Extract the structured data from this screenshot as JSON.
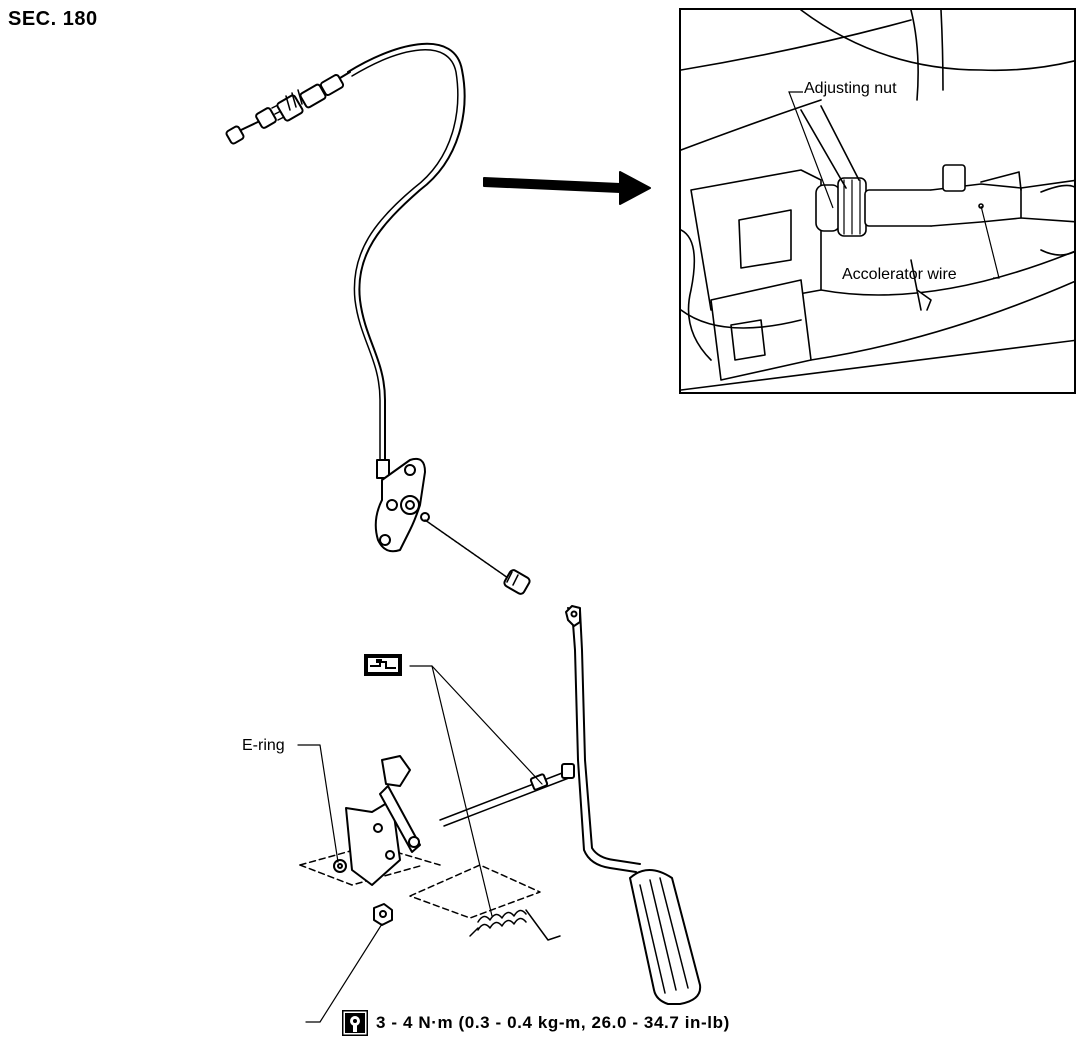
{
  "section": "SEC. 180",
  "labels": {
    "adjusting_nut": "Adjusting nut",
    "accelerator_wire": "Accolerator wire",
    "e_ring": "E-ring"
  },
  "torque": {
    "text": "3 - 4 N·m (0.3 - 0.4 kg-m, 26.0 - 34.7 in-lb)",
    "icon": "torque-wrench-icon"
  },
  "grease_symbol": "grease-icon"
}
